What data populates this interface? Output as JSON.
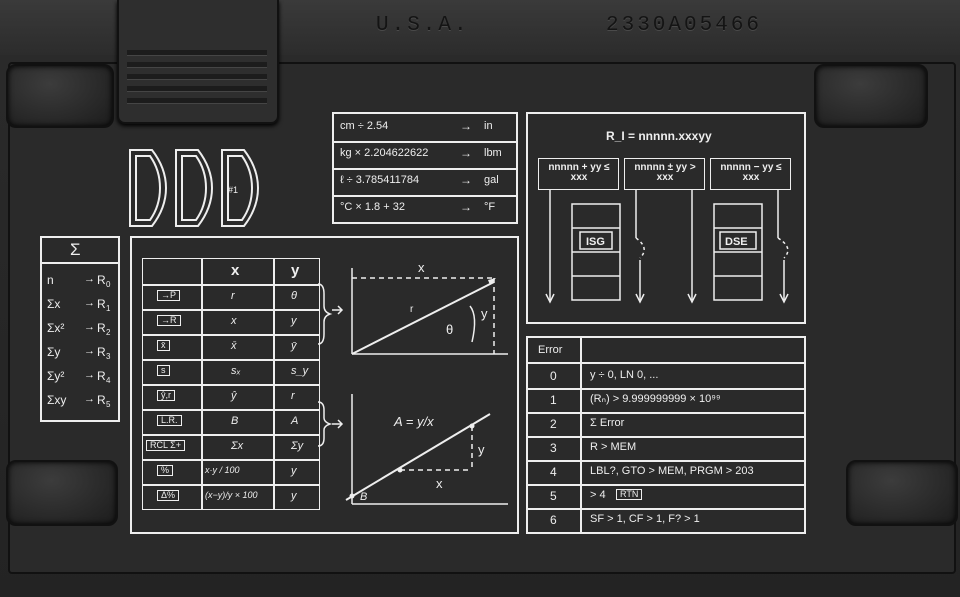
{
  "header": {
    "country": "U.S.A.",
    "serial": "2330A05466"
  },
  "card_icon_label": "#1",
  "sum_table": {
    "title": "Σ",
    "rows": [
      {
        "l": "n",
        "r": "R",
        "sub": "0"
      },
      {
        "l": "Σx",
        "r": "R",
        "sub": "1"
      },
      {
        "l": "Σx²",
        "r": "R",
        "sub": "2"
      },
      {
        "l": "Σy",
        "r": "R",
        "sub": "3"
      },
      {
        "l": "Σy²",
        "r": "R",
        "sub": "4"
      },
      {
        "l": "Σxy",
        "r": "R",
        "sub": "5"
      }
    ]
  },
  "conversions": [
    {
      "expr": "cm ÷ 2.54",
      "unit": "in"
    },
    {
      "expr": "kg × 2.204622622",
      "unit": "lbm"
    },
    {
      "expr": "ℓ ÷ 3.785411784",
      "unit": "gal"
    },
    {
      "expr": "°C × 1.8 + 32",
      "unit": "°F"
    }
  ],
  "func_table": {
    "headers": [
      "",
      "x",
      "y"
    ],
    "rows": [
      {
        "key": "→P",
        "x": "r",
        "y": "θ"
      },
      {
        "key": "→R",
        "x": "x",
        "y": "y"
      },
      {
        "key": "x̄",
        "x": "x̄",
        "y": "ȳ"
      },
      {
        "key": "s",
        "x": "sₓ",
        "y": "s_y"
      },
      {
        "key": "ŷ,r",
        "x": "ŷ",
        "y": "r"
      },
      {
        "key": "L.R.",
        "x": "B",
        "y": "A"
      },
      {
        "key": "RCL Σ+",
        "x": "Σx",
        "y": "Σy"
      },
      {
        "key": "%",
        "x": "x·y / 100",
        "y": "y"
      },
      {
        "key": "Δ%",
        "x": "(x−y)/y × 100",
        "y": "y"
      }
    ]
  },
  "polar_diagram": {
    "x": "x",
    "y": "y",
    "r": "r",
    "theta": "θ"
  },
  "regression_diagram": {
    "eq": "A = y/x",
    "x": "x",
    "y": "y",
    "b": "B"
  },
  "isg_dse": {
    "title": "R_I = nnnnn.xxxyy",
    "isg_cond": "nnnnn + yy ≤ xxx",
    "mid_cond": "nnnnn ± yy > xxx",
    "dse_cond": "nnnnn − yy ≤ xxx",
    "isg": "ISG",
    "dse": "DSE"
  },
  "errors": {
    "header": "Error",
    "rows": [
      {
        "code": "0",
        "desc": "y ÷ 0,  LN 0, ..."
      },
      {
        "code": "1",
        "desc": "(Rₙ) > 9.999999999 × 10⁹⁹"
      },
      {
        "code": "2",
        "desc": "Σ Error"
      },
      {
        "code": "3",
        "desc": "R > MEM"
      },
      {
        "code": "4",
        "desc": "LBL?, GTO > MEM, PRGM > 203"
      },
      {
        "code": "5",
        "desc": "> 4",
        "key": "RTN"
      },
      {
        "code": "6",
        "desc": "SF > 1, CF > 1, F? > 1"
      }
    ]
  }
}
